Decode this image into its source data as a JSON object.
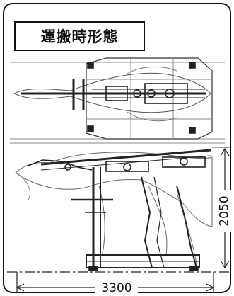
{
  "title": "運搬時形態",
  "dimensions": {
    "height": "2050",
    "length": "3300"
  },
  "colors": {
    "line": "#222222",
    "faint": "#8a8a8a",
    "background": "#ffffff"
  },
  "views": [
    "top-view",
    "side-view"
  ]
}
